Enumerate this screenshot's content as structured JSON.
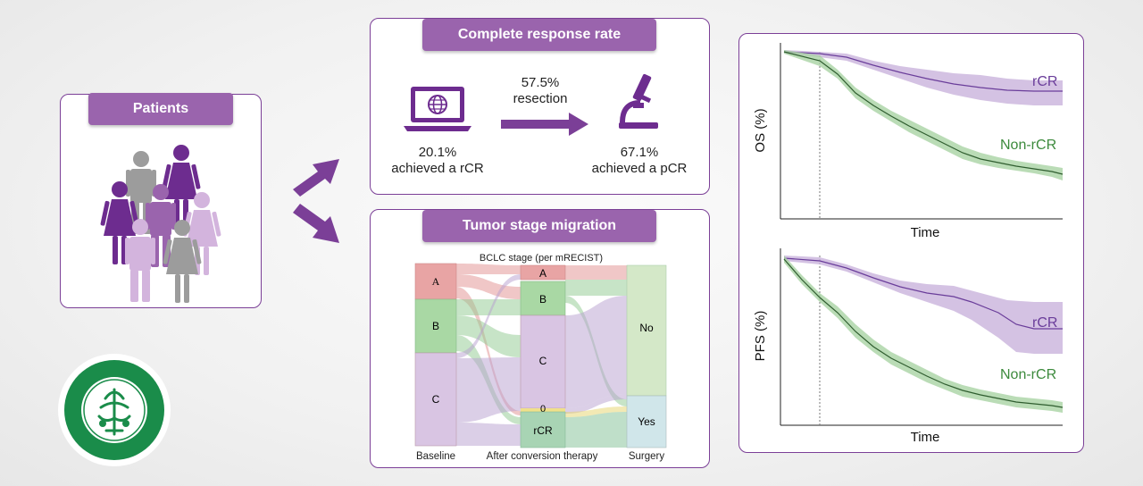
{
  "patients": {
    "title": "Patients"
  },
  "complete_response": {
    "title": "Complete response rate",
    "rcr_percent": "20.1%",
    "rcr_text": "achieved a rCR",
    "resection_percent": "57.5%",
    "resection_text": "resection",
    "pcr_percent": "67.1%",
    "pcr_text": "achieved a pCR"
  },
  "migration": {
    "title": "Tumor stage migration",
    "subtitle": "BCLC stage (per mRECIST)",
    "baseline_label": "Baseline",
    "after_label": "After conversion therapy",
    "surgery_label": "Surgery",
    "baseline_stages": [
      "A",
      "B",
      "C"
    ],
    "after_stages": [
      "A",
      "B",
      "C",
      "0",
      "rCR"
    ],
    "surgery_outcomes": [
      "No",
      "Yes"
    ]
  },
  "os_plot": {
    "ylabel": "OS (%)",
    "xlabel": "Time",
    "series": [
      "rCR",
      "Non-rCR"
    ]
  },
  "pfs_plot": {
    "ylabel": "PFS (%)",
    "xlabel": "Time",
    "series": [
      "rCR",
      "Non-rCR"
    ]
  },
  "colors": {
    "accent": "#9a64ad",
    "border": "#7b3f97",
    "rcr_line": "#6a3d9a",
    "non_rcr_line": "#2f5d2f",
    "non_rcr_label": "#3c8a3c"
  }
}
